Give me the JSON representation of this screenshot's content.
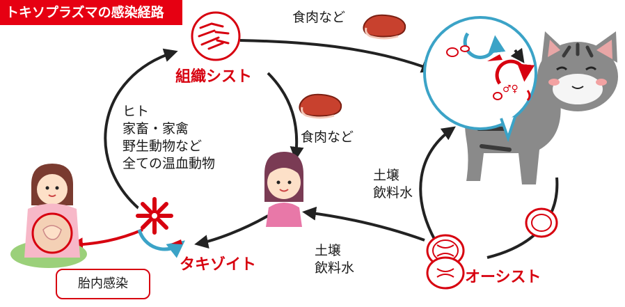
{
  "title": "トキソプラズマの感染経路",
  "labels": {
    "tissue_cyst": "組織シスト",
    "tachyzoite": "タキゾイト",
    "oocyst": "オーシスト",
    "meat_top": "食肉など",
    "meat_middle": "食肉など",
    "soil_right": [
      "土壌",
      "飲料水"
    ],
    "soil_bottom": [
      "土壌",
      "飲料水"
    ],
    "hosts": [
      "ヒト",
      "家畜・家禽",
      "野生動物など",
      "全ての温血動物"
    ],
    "congenital": "胎内感染",
    "sexes": "♂♀"
  },
  "colors": {
    "accent_red": "#d7000f",
    "title_bg": "#e60012",
    "arrow": "#222222",
    "blue": "#3ba3c7",
    "meat": "#c8412e",
    "cat_gray": "#8a8a8a"
  }
}
